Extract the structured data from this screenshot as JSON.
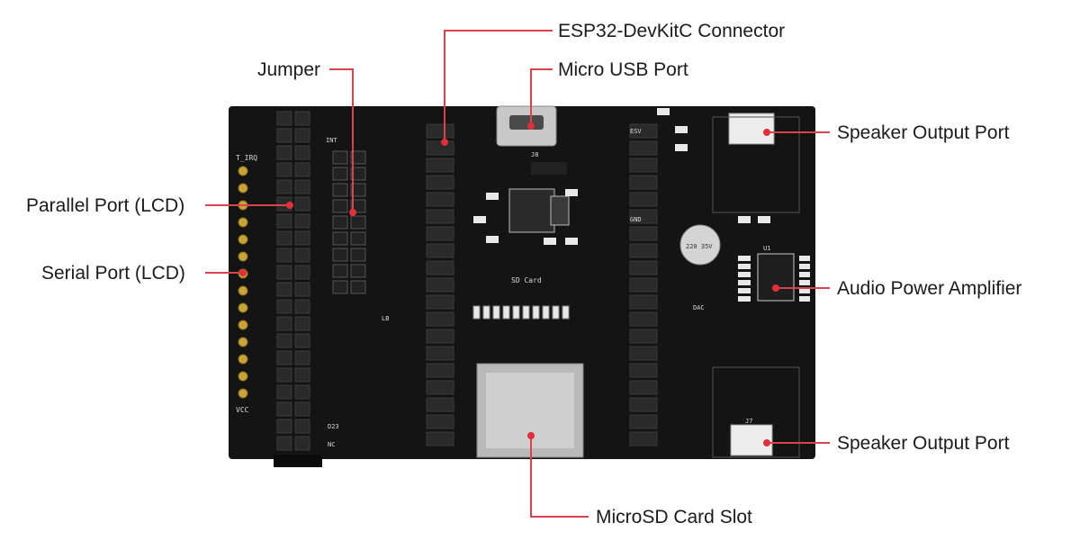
{
  "labels": {
    "esp32_connector": "ESP32-DevKitC Connector",
    "micro_usb_port": "Micro USB Port",
    "jumper": "Jumper",
    "speaker_output_top": "Speaker Output Port",
    "parallel_port": "Parallel Port (LCD)",
    "serial_port": "Serial Port (LCD)",
    "audio_amplifier": "Audio Power Amplifier",
    "speaker_output_bottom": "Speaker Output Port",
    "microsd_slot": "MicroSD Card Slot"
  },
  "silkscreen": {
    "sd_card": "SD Card",
    "t_irq": "T_IRQ",
    "vcc": "VCC",
    "dac": "DAC",
    "j8": "J8",
    "j7": "J7",
    "u1": "U1",
    "int": "INT",
    "lb": "LB",
    "nc": "NC",
    "esv": "ESV",
    "gnd": "GND",
    "d23": "D23",
    "cap_value": "220 35V"
  },
  "colors": {
    "pcb": "#141414",
    "callout_line": "#d8434c",
    "callout_dot": "#e0303c",
    "silk": "#d9d9d9",
    "header": "#2a2a2a",
    "gold": "#c9a43a"
  }
}
